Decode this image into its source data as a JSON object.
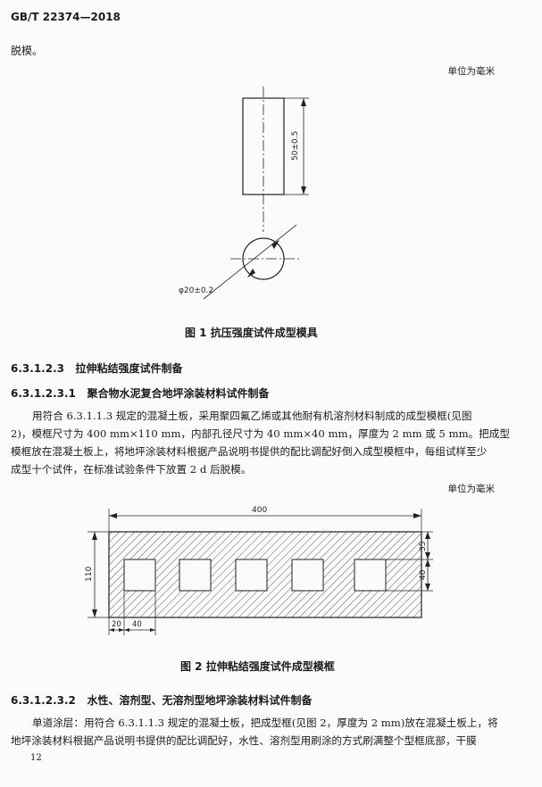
{
  "header": {
    "standard_code": "GB/T 22374—2018"
  },
  "top_text": "脱模。",
  "figure1": {
    "unit_label": "单位为毫米",
    "height_dim": "50±0.5",
    "diameter_dim": "φ20±0.2",
    "caption": "图 1   抗压强度试件成型模具"
  },
  "sections": {
    "s1_number": "6.3.1.2.3",
    "s1_title": "拉伸粘结强度试件制备",
    "s2_number": "6.3.1.2.3.1",
    "s2_title": "聚合物水泥复合地坪涂装材料试件制备",
    "s3_number": "6.3.1.2.3.2",
    "s3_title": "水性、溶剂型、无溶剂型地坪涂装材料试件制备"
  },
  "paragraph1": {
    "line1": "用符合 6.3.1.1.3 规定的混凝土板，采用聚四氟乙烯或其他耐有机溶剂材料制成的成型模框(见图",
    "line2": "2)，模框尺寸为 400 mm×110 mm，内部孔径尺寸为 40 mm×40 mm，厚度为 2 mm 或 5 mm。把成型",
    "line3": "模框放在混凝土板上，将地坪涂装材料根据产品说明书提供的配比调配好倒入成型模框中，每组试样至少",
    "line4": "成型十个试件，在标准试验条件下放置 2 d 后脱模。"
  },
  "figure2": {
    "unit_label": "单位为毫米",
    "dim_total_width": "400",
    "dim_total_height": "110",
    "dim_top_margin": "35",
    "dim_hole_height": "40",
    "dim_left_margin": "20",
    "dim_hole_width": "40",
    "caption": "图 2   拉伸粘结强度试件成型模框"
  },
  "paragraph2": {
    "line1": "单道涂层：用符合 6.3.1.1.3 规定的混凝土板，把成型框(见图 2，厚度为 2 mm)放在混凝土板上，将",
    "line2": "地坪涂装材料根据产品说明书提供的配比调配好，水性、溶剂型用刷涂的方式刷满整个型框底部，干膜"
  },
  "footer": {
    "page_number": "12"
  }
}
